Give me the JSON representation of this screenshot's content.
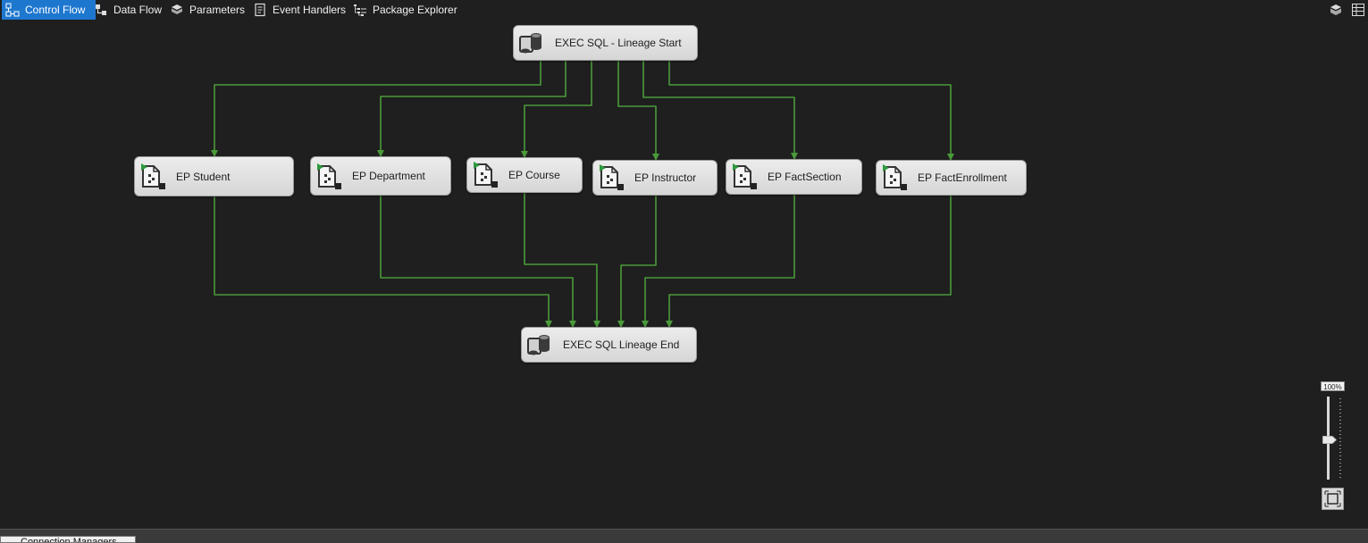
{
  "tabs": [
    {
      "label": "Control Flow",
      "icon": "control-flow-icon",
      "active": true
    },
    {
      "label": "Data Flow",
      "icon": "data-flow-icon",
      "active": false
    },
    {
      "label": "Parameters",
      "icon": "parameters-icon",
      "active": false
    },
    {
      "label": "Event Handlers",
      "icon": "event-handlers-icon",
      "active": false
    },
    {
      "label": "Package Explorer",
      "icon": "package-explorer-icon",
      "active": false
    }
  ],
  "tasks": {
    "lineage_start": {
      "label": "EXEC SQL - Lineage Start",
      "type": "execute-sql-task",
      "icon": "execute-sql-icon"
    },
    "lineage_end": {
      "label": "EXEC SQL Lineage End",
      "type": "execute-sql-task",
      "icon": "execute-sql-icon"
    },
    "packages": [
      {
        "label": "EP Student",
        "type": "execute-package-task",
        "icon": "execute-package-icon"
      },
      {
        "label": "EP Department",
        "type": "execute-package-task",
        "icon": "execute-package-icon"
      },
      {
        "label": "EP Course",
        "type": "execute-package-task",
        "icon": "execute-package-icon"
      },
      {
        "label": "EP Instructor",
        "type": "execute-package-task",
        "icon": "execute-package-icon"
      },
      {
        "label": "EP FactSection",
        "type": "execute-package-task",
        "icon": "execute-package-icon"
      },
      {
        "label": "EP FactEnrollment",
        "type": "execute-package-task",
        "icon": "execute-package-icon"
      }
    ]
  },
  "precedence_constraint_color": "#4a9a3a",
  "zoom": {
    "label": "100%",
    "level_percent": 100
  },
  "bottom_panel": {
    "tab_label": "Connection Managers"
  },
  "colors": {
    "canvas": "#1f1f1f",
    "active_tab": "#1e77cf",
    "task_fill": "#e0e0e0",
    "constraint": "#4a9a3a"
  }
}
